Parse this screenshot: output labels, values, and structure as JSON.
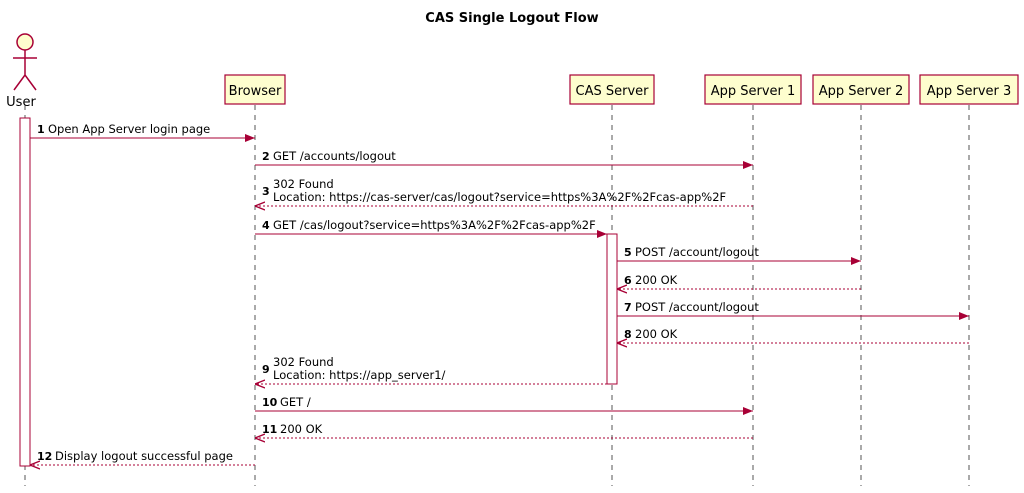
{
  "title": "CAS Single Logout Flow",
  "participants": [
    {
      "id": "user",
      "label": "User",
      "kind": "actor"
    },
    {
      "id": "browser",
      "label": "Browser",
      "kind": "box"
    },
    {
      "id": "cas",
      "label": "CAS Server",
      "kind": "box"
    },
    {
      "id": "app1",
      "label": "App Server 1",
      "kind": "box"
    },
    {
      "id": "app2",
      "label": "App Server 2",
      "kind": "box"
    },
    {
      "id": "app3",
      "label": "App Server 3",
      "kind": "box"
    }
  ],
  "messages": [
    {
      "num": "1",
      "from": "user",
      "to": "browser",
      "style": "solid",
      "lines": [
        "Open App Server login page"
      ]
    },
    {
      "num": "2",
      "from": "browser",
      "to": "app1",
      "style": "solid",
      "lines": [
        "GET /accounts/logout"
      ]
    },
    {
      "num": "3",
      "from": "app1",
      "to": "browser",
      "style": "dashed",
      "lines": [
        "302 Found",
        "Location: https://cas-server/cas/logout?service=https%3A%2F%2Fcas-app%2F"
      ]
    },
    {
      "num": "4",
      "from": "browser",
      "to": "cas",
      "style": "solid",
      "lines": [
        "GET /cas/logout?service=https%3A%2F%2Fcas-app%2F"
      ]
    },
    {
      "num": "5",
      "from": "cas",
      "to": "app2",
      "style": "solid",
      "lines": [
        "POST /account/logout"
      ]
    },
    {
      "num": "6",
      "from": "app2",
      "to": "cas",
      "style": "dashed",
      "lines": [
        "200 OK"
      ]
    },
    {
      "num": "7",
      "from": "cas",
      "to": "app3",
      "style": "solid",
      "lines": [
        "POST /account/logout"
      ]
    },
    {
      "num": "8",
      "from": "app3",
      "to": "cas",
      "style": "dashed",
      "lines": [
        "200 OK"
      ]
    },
    {
      "num": "9",
      "from": "cas",
      "to": "browser",
      "style": "dashed",
      "lines": [
        "302 Found",
        "Location: https://app_server1/"
      ]
    },
    {
      "num": "10",
      "from": "browser",
      "to": "app1",
      "style": "solid",
      "lines": [
        "GET /"
      ]
    },
    {
      "num": "11",
      "from": "app1",
      "to": "browser",
      "style": "dashed",
      "lines": [
        "200 OK"
      ]
    },
    {
      "num": "12",
      "from": "browser",
      "to": "user",
      "style": "dashed",
      "lines": [
        "Display logout successful page"
      ]
    }
  ],
  "colors": {
    "arrow": "#A80036",
    "box_fill": "#FEFECE",
    "box_border": "#A80036",
    "lifeline": "#555555"
  }
}
